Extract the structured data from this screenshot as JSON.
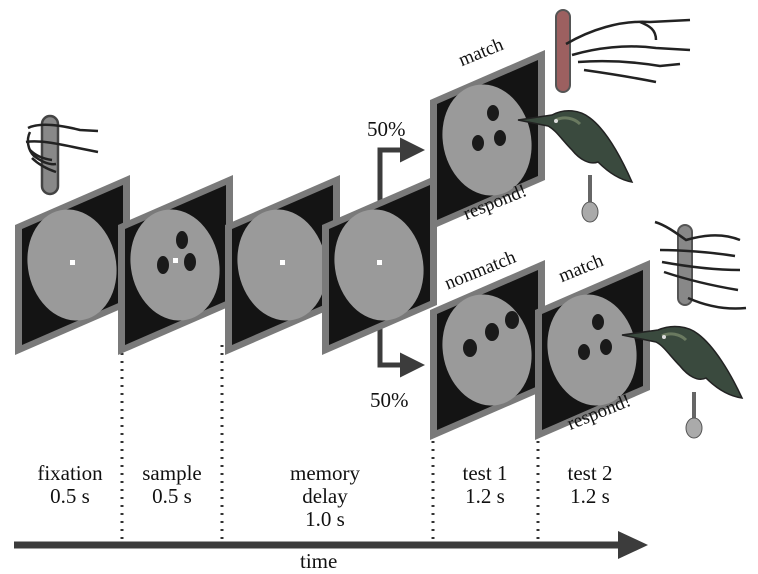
{
  "labels": {
    "match_top": "match",
    "respond_top": "respond!",
    "nonmatch": "nonmatch",
    "match_bottom": "match",
    "respond_bottom": "respond!",
    "pct_top": "50%",
    "pct_bottom": "50%",
    "time": "time"
  },
  "phases": [
    {
      "name": "fixation",
      "duration": "0.5 s"
    },
    {
      "name": "sample",
      "duration": "0.5 s"
    },
    {
      "name_line1": "memory",
      "name_line2": "delay",
      "duration": "1.0 s"
    },
    {
      "name": "test 1",
      "duration": "1.2 s"
    },
    {
      "name": "test 2",
      "duration": "1.2 s"
    }
  ],
  "icons": {
    "hand_holding": "hand-holding-bar-icon",
    "hand_pressing": "hand-pressing-bar-icon",
    "bird": "crow-icon"
  },
  "colors": {
    "screen_frame": "#7a7a7a",
    "screen_bg": "#141414",
    "disc": "#9a9a9a",
    "dot": "#1a1a1a",
    "arrow": "#3c3c3c"
  }
}
